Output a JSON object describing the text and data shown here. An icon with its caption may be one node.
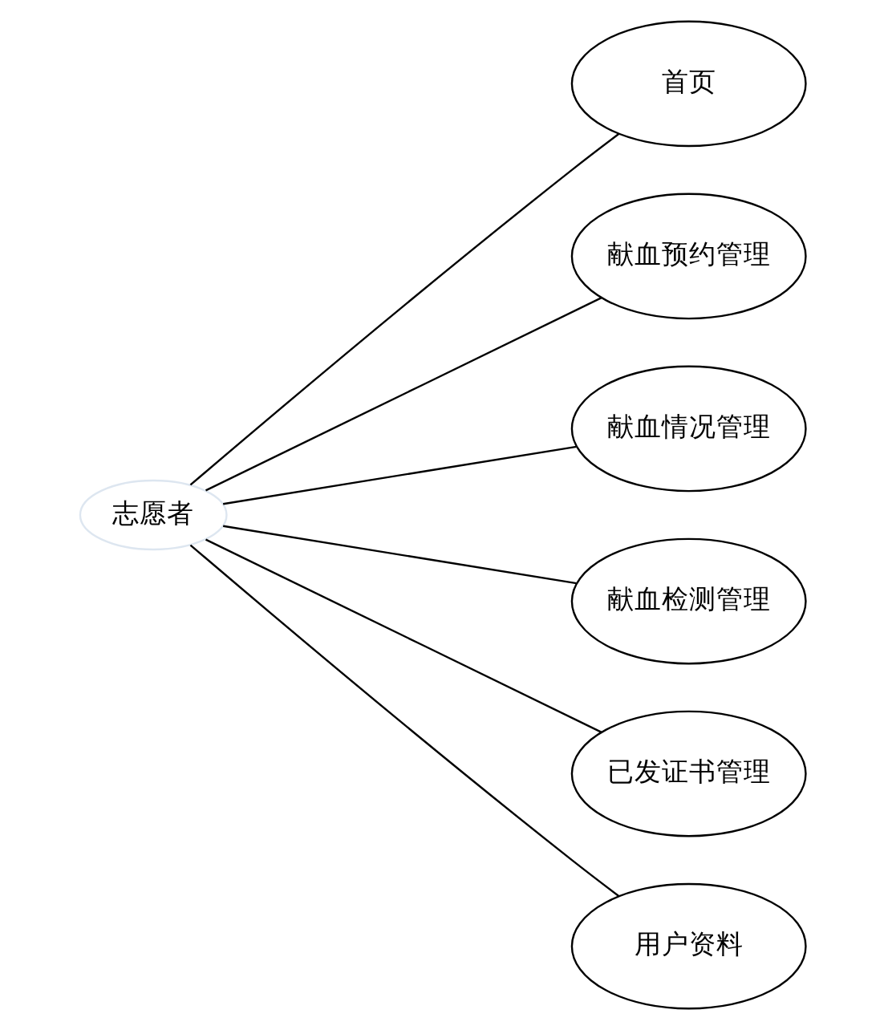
{
  "diagram": {
    "nodes": [
      {
        "text": [
          "志愿者"
        ]
      },
      {
        "text": [
          "首页"
        ]
      },
      {
        "text": [
          "献血预约管理"
        ]
      },
      {
        "text": [
          "献血情况管理"
        ]
      },
      {
        "text": [
          "献血检测管理"
        ]
      },
      {
        "text": [
          "已发证书管理"
        ]
      },
      {
        "text": [
          "用户资料"
        ]
      }
    ],
    "edges": [
      {
        "from": 0,
        "to": 1,
        "arrow": "none"
      },
      {
        "from": 0,
        "to": 2,
        "arrow": "none"
      },
      {
        "from": 0,
        "to": 3,
        "arrow": "none"
      },
      {
        "from": 0,
        "to": 4,
        "arrow": "none"
      },
      {
        "from": 0,
        "to": 5,
        "arrow": "none"
      },
      {
        "from": 0,
        "to": 6,
        "arrow": "none"
      }
    ]
  }
}
